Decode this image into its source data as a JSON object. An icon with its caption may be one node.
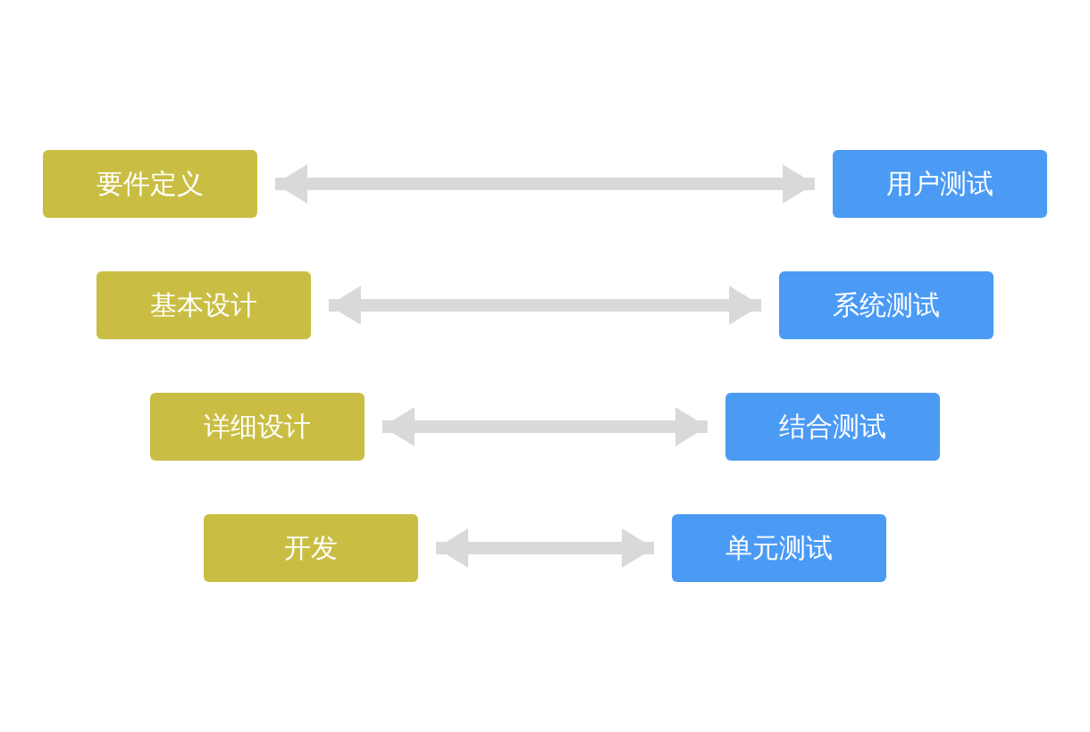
{
  "diagram": {
    "nodes": [
      {
        "text": [
          "要件定义"
        ]
      },
      {
        "text": [
          "用户测试"
        ]
      },
      {
        "text": [
          "基本设计"
        ]
      },
      {
        "text": [
          "系统测试"
        ]
      },
      {
        "text": [
          "详细设计"
        ]
      },
      {
        "text": [
          "结合测试"
        ]
      },
      {
        "text": [
          "开发"
        ]
      },
      {
        "text": [
          "单元测试"
        ]
      }
    ],
    "edges": [
      {
        "from": 0,
        "to": 1,
        "arrow": "both"
      },
      {
        "from": 2,
        "to": 3,
        "arrow": "both"
      },
      {
        "from": 4,
        "to": 5,
        "arrow": "both"
      },
      {
        "from": 6,
        "to": 7,
        "arrow": "both"
      }
    ]
  }
}
